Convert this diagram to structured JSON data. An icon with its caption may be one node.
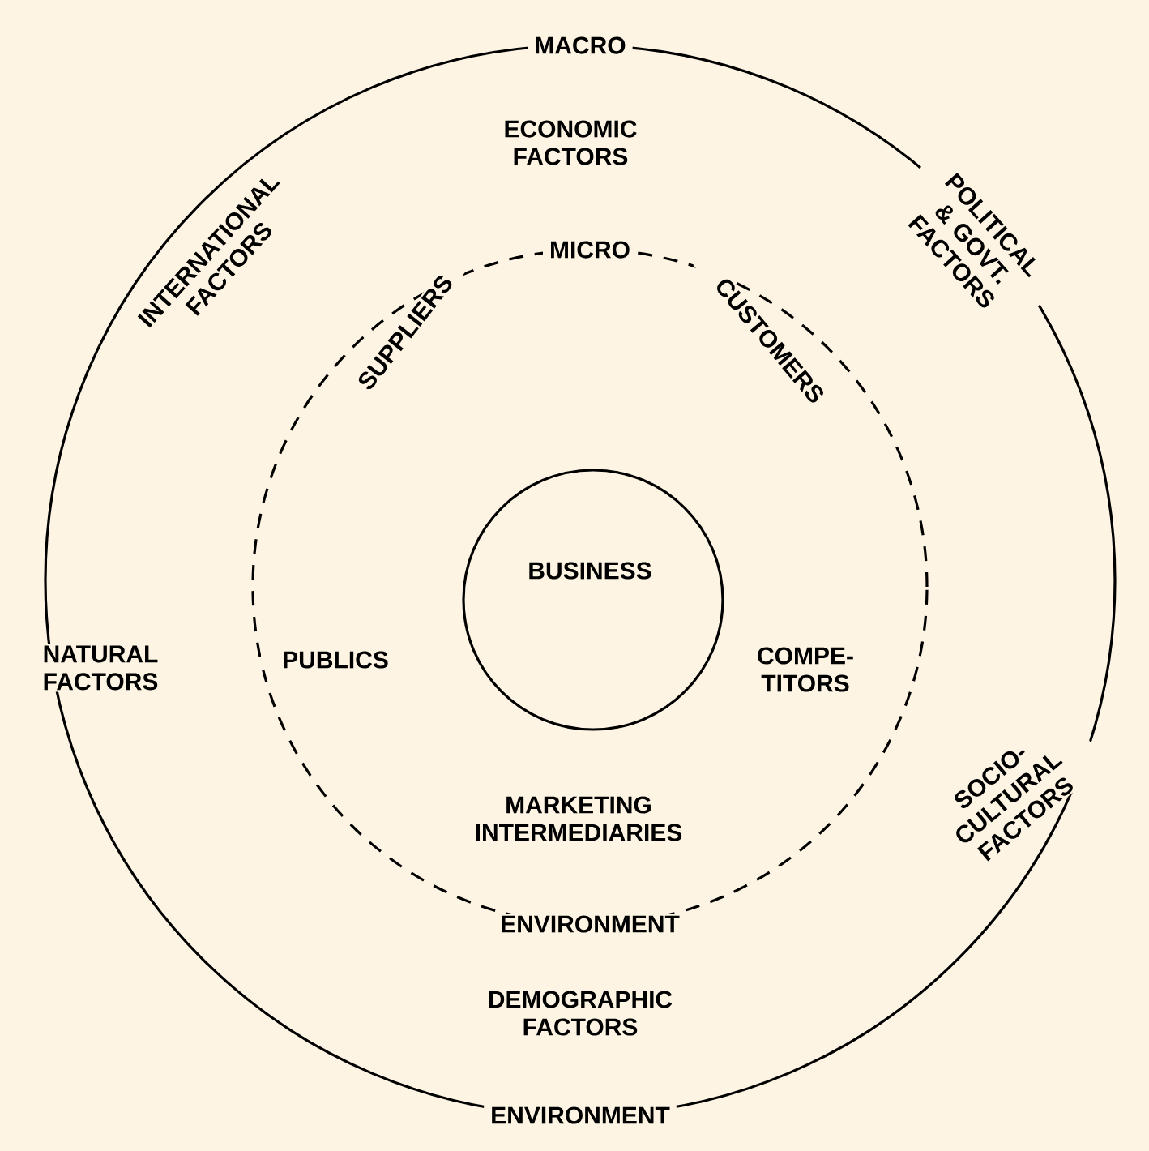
{
  "diagram": {
    "nodes": [
      {
        "text": [
          "MACRO",
          "ENVIRONMENT"
        ]
      },
      {
        "text": [
          "MICRO",
          "ENVIRONMENT"
        ],
        "in": 0
      },
      {
        "text": [
          "BUSINESS"
        ],
        "in": 1
      }
    ],
    "labels": [
      "ECONOMIC FACTORS",
      "INTERNATIONAL FACTORS",
      "POLITICAL & GOVT. FACTORS",
      "SUPPLIERS",
      "CUSTOMERS",
      "NATURAL FACTORS",
      "PUBLICS",
      "COMPE- TITORS",
      "SOCIO- CULTURAL FACTORS",
      "MARKETING INTERMEDIARIES",
      "DEMOGRAPHIC FACTORS"
    ]
  }
}
